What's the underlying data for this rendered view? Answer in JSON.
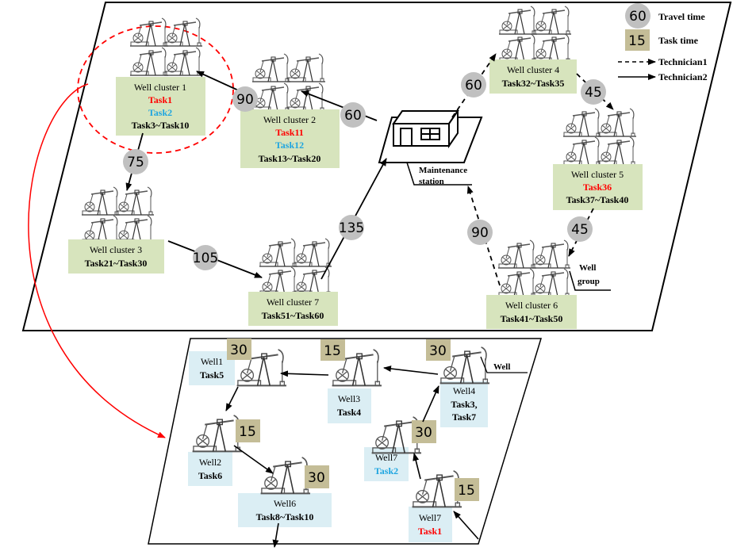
{
  "colors": {
    "cluster_box": "#d7e4bd",
    "well_box": "#dbeef4",
    "travel_circle": "#c0c0c0",
    "task_box": "#c4bd97",
    "red_task": "#ff0000",
    "blue_task": "#1ea5e0",
    "highlight": "#ff0000"
  },
  "legend": {
    "travel_value": "60",
    "travel_label": "Travel time",
    "task_value": "15",
    "task_label": "Task time",
    "tech1_label": "Technician1",
    "tech2_label": "Technician2"
  },
  "station": {
    "line1": "Maintenance",
    "line2": "station"
  },
  "well_group_label": {
    "line1": "Well",
    "line2": "group"
  },
  "well_label": "Well",
  "clusters": [
    {
      "name": "Well cluster 1",
      "red": "Task1",
      "blue": "Task2",
      "black": "Task3~Task10"
    },
    {
      "name": "Well cluster 2",
      "red": "Task11",
      "blue": "Task12",
      "black": "Task13~Task20"
    },
    {
      "name": "Well cluster 3",
      "black": "Task21~Task30"
    },
    {
      "name": "Well cluster 4",
      "black": "Task32~Task35"
    },
    {
      "name": "Well cluster 5",
      "red": "Task36",
      "black": "Task37~Task40"
    },
    {
      "name": "Well cluster 6",
      "black": "Task41~Task50"
    },
    {
      "name": "Well cluster 7",
      "black": "Task51~Task60"
    }
  ],
  "travel_times": {
    "c2_to_c1": "90",
    "station_to_c2": "60",
    "c1_to_c3": "75",
    "c3_to_c7": "105",
    "c7_to_station": "135",
    "station_to_c4": "60",
    "c4_to_c5": "45",
    "c5_to_c6": "45",
    "c6_to_station": "90"
  },
  "wells": [
    {
      "name": "Well1",
      "task": "Task5",
      "task_color": "black",
      "time": "30"
    },
    {
      "name": "Well3",
      "task": "Task4",
      "task_color": "black",
      "time": "15"
    },
    {
      "name": "Well4",
      "task": "Task3,",
      "task2": "Task7",
      "task_color": "black",
      "time": "30"
    },
    {
      "name": "Well2",
      "task": "Task6",
      "task_color": "black",
      "time": "15"
    },
    {
      "name": "Well6",
      "task": "Task8~Task10",
      "task_color": "black",
      "time": "30"
    },
    {
      "name": "Well7",
      "task": "Task2",
      "task_color": "blue",
      "time": "30"
    },
    {
      "name": "Well7",
      "task": "Task1",
      "task_color": "red",
      "time": "15"
    }
  ]
}
